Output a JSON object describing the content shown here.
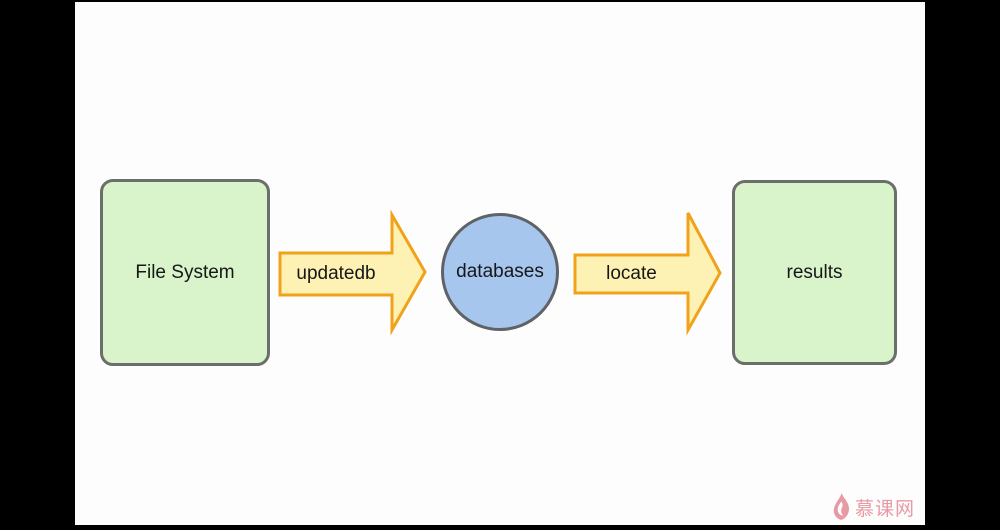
{
  "slide": {
    "background_color": "#fdfdfd",
    "letterbox_color": "#000000"
  },
  "diagram": {
    "text_color": "#171717",
    "nodes": [
      {
        "id": "file-system",
        "label": "File System",
        "shape": "rounded-rectangle",
        "fill": "#d9f3ca",
        "border_color": "#6a6f6a"
      },
      {
        "id": "databases",
        "label": "databases",
        "shape": "circle",
        "fill": "#a6c6ee",
        "border_color": "#5f6266"
      },
      {
        "id": "results",
        "label": "results",
        "shape": "rounded-rectangle",
        "fill": "#d9f3ca",
        "border_color": "#6a6f6a"
      }
    ],
    "arrows": [
      {
        "id": "updatedb",
        "label": "updatedb",
        "from": "file-system",
        "to": "databases",
        "fill": "#fdf1b4",
        "border_color": "#f0a21a"
      },
      {
        "id": "locate",
        "label": "locate",
        "from": "databases",
        "to": "results",
        "fill": "#fdf1b4",
        "border_color": "#f0a21a"
      }
    ]
  },
  "watermark": {
    "text": "慕课网",
    "color": "#e89aa4",
    "icon": "flame-icon"
  }
}
